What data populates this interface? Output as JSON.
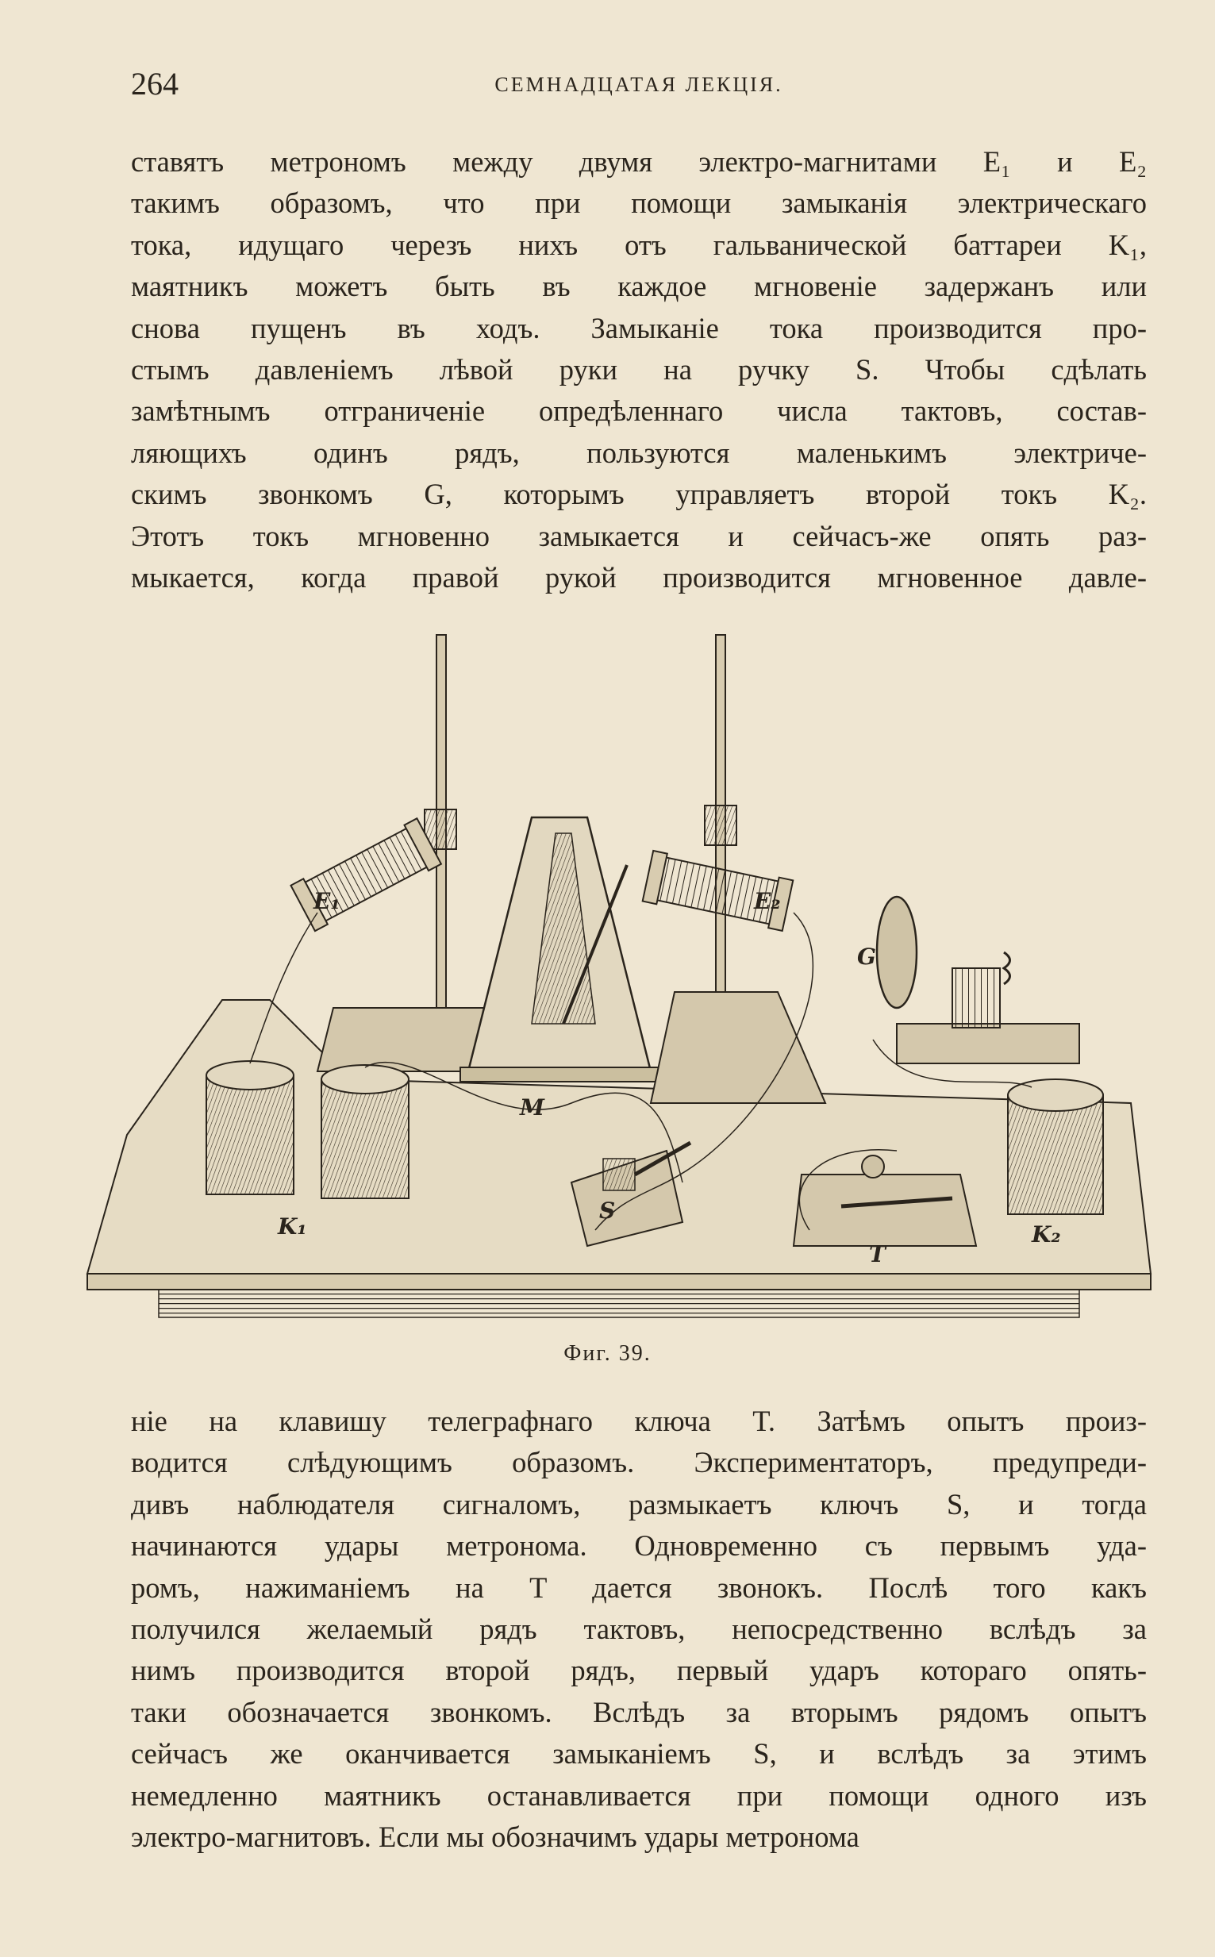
{
  "header": {
    "page_number": "264",
    "running_head": "СЕМНАДЦАТАЯ ЛЕКЦІЯ."
  },
  "paragraph_top": [
    "ставятъ метрономъ между двумя электро-магнитами E₁ и E₂",
    "такимъ образомъ, что при помощи замыканія электрическаго",
    "тока, идущаго черезъ нихъ отъ гальванической баттареи K₁,",
    "маятникъ можетъ быть въ каждое мгновеніе задержанъ или",
    "снова пущенъ въ ходъ. Замыканіе тока производится про-",
    "стымъ давленіемъ лѣвой руки на ручку S. Чтобы сдѣлать",
    "замѣтнымъ отграниченіе опредѣленнаго числа тактовъ, состав-",
    "ляющихъ одинъ рядъ, пользуются маленькимъ электриче-",
    "скимъ звонкомъ G, которымъ управляетъ второй токъ K₂.",
    "Этотъ токъ мгновенно замыкается и сейчасъ-же опять раз-",
    "мыкается, когда правой рукой производится мгновенное давле-"
  ],
  "figure": {
    "labels": {
      "e1": "E₁",
      "e2": "E₂",
      "g": "G",
      "m": "M",
      "s": "S",
      "t": "T",
      "k1": "K₁",
      "k2": "K₂"
    },
    "caption": "Фиг. 39."
  },
  "paragraph_bottom": [
    "ніе на клавишу телеграфнаго ключа T. Затѣмъ опытъ произ-",
    "водится слѣдующимъ образомъ. Экспериментаторъ, предупреди-",
    "дивъ наблюдателя сигналомъ, размыкаетъ ключъ S, и тогда",
    "начинаются удары метронома. Одновременно съ первымъ уда-",
    "ромъ, нажиманіемъ на T дается звонокъ. Послѣ того какъ",
    "получился желаемый рядъ тактовъ, непосредственно вслѣдъ за",
    "нимъ производится второй рядъ, первый ударъ котораго опять-",
    "таки обозначается звонкомъ. Вслѣдъ за вторымъ рядомъ опытъ",
    "сейчасъ же оканчивается замыканіемъ S, и вслѣдъ за этимъ",
    "немедленно маятникъ останавливается при помощи одного изъ",
    "электро-магнитовъ. Если мы обозначимъ удары метронома"
  ],
  "colors": {
    "paper": "#efe6d2",
    "ink": "#2a241c"
  }
}
